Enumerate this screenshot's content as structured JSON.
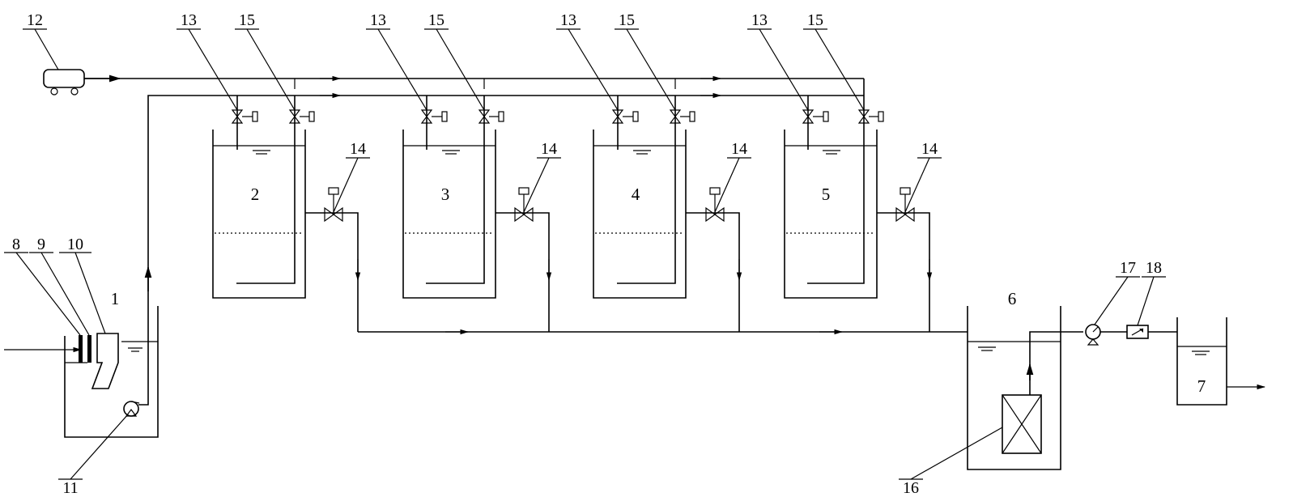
{
  "labels": {
    "comp_1": "1",
    "comp_2": "2",
    "comp_3": "3",
    "comp_4": "4",
    "comp_5": "5",
    "comp_6": "6",
    "comp_7": "7",
    "comp_8": "8",
    "comp_9": "9",
    "comp_10": "10",
    "comp_11": "11",
    "comp_12": "12",
    "comp_13": "13",
    "comp_14": "14",
    "comp_15": "15",
    "comp_16": "16",
    "comp_17": "17",
    "comp_18": "18"
  }
}
